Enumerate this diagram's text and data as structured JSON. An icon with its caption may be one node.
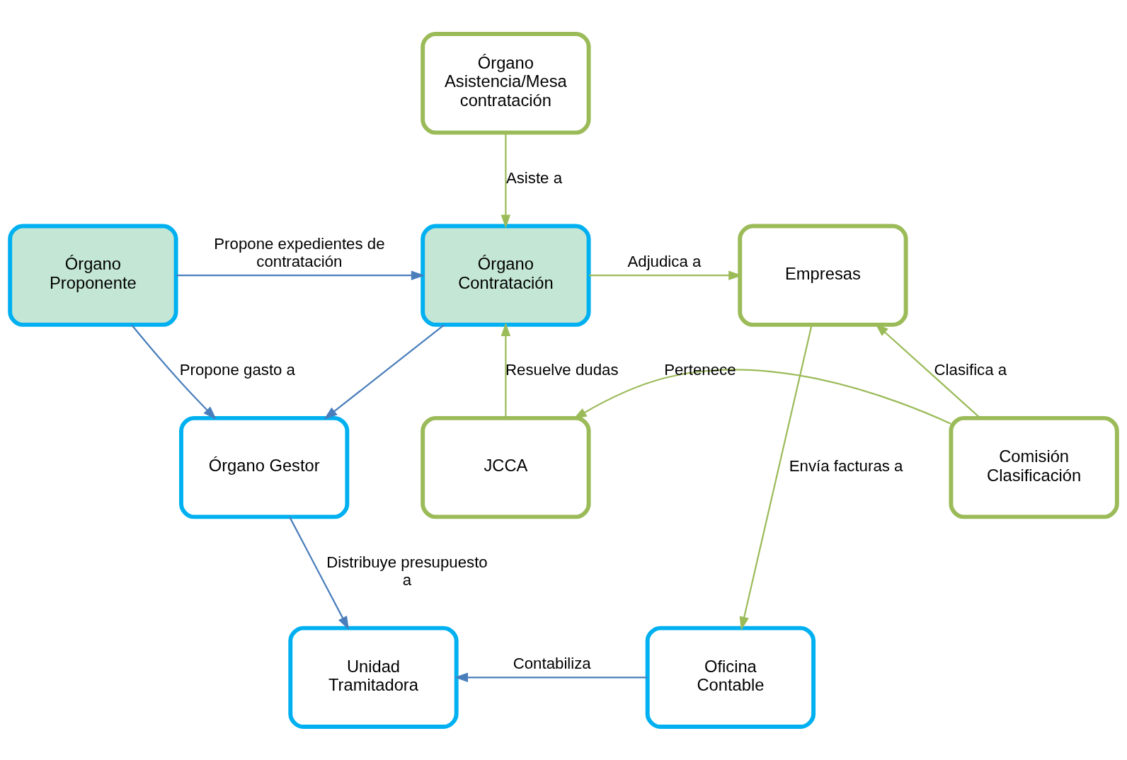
{
  "diagram": {
    "nodes": [
      {
        "text": [
          "Órgano Asistencia/Mesa contratación"
        ]
      },
      {
        "text": [
          "Órgano Proponente"
        ]
      },
      {
        "text": [
          "Órgano Contratación"
        ]
      },
      {
        "text": [
          "Empresas"
        ]
      },
      {
        "text": [
          "Órgano Gestor"
        ]
      },
      {
        "text": [
          "JCCA"
        ]
      },
      {
        "text": [
          "Comisión Clasificación"
        ]
      },
      {
        "text": [
          "Unidad Tramitadora"
        ]
      },
      {
        "text": [
          "Oficina Contable"
        ]
      }
    ],
    "edges": [
      {
        "from": 0,
        "to": 2,
        "arrow": "to",
        "label": "Asiste a"
      },
      {
        "from": 1,
        "to": 2,
        "arrow": "to",
        "label": "Propone expedientes de contratación",
        "color": "#4a7ebb"
      },
      {
        "from": 2,
        "to": 3,
        "arrow": "to",
        "label": "Adjudica a"
      },
      {
        "from": 1,
        "to": 4,
        "arrow": "to",
        "label": "Propone gasto a",
        "color": "#4a7ebb"
      },
      {
        "from": 2,
        "to": 4,
        "arrow": "to",
        "color": "#4a7ebb"
      },
      {
        "from": 5,
        "to": 2,
        "arrow": "to",
        "label": "Resuelve dudas"
      },
      {
        "from": 6,
        "to": 3,
        "arrow": "to",
        "label": "Clasifica a"
      },
      {
        "from": 6,
        "to": 5,
        "arrow": "to",
        "label": "Pertenece"
      },
      {
        "from": 4,
        "to": 7,
        "arrow": "to",
        "label": "Distribuye presupuesto a",
        "color": "#4a7ebb"
      },
      {
        "from": 8,
        "to": 7,
        "arrow": "to",
        "label": "Contabiliza",
        "color": "#4a7ebb"
      },
      {
        "from": 3,
        "to": 8,
        "arrow": "to",
        "label": "Envía facturas a"
      }
    ]
  }
}
